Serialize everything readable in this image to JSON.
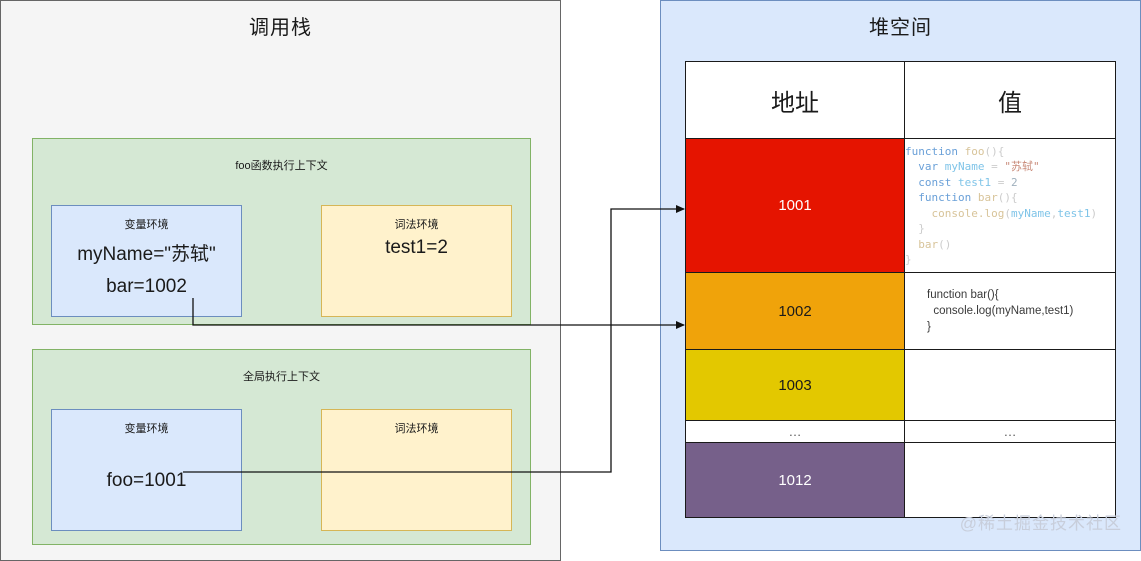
{
  "stack_panel": {
    "title": "调用栈",
    "contexts": [
      {
        "label": "foo函数执行上下文",
        "variable_env": {
          "title": "变量环境",
          "lines": [
            "myName=\"苏轼\"",
            "bar=1002"
          ]
        },
        "lexical_env": {
          "title": "词法环境",
          "lines": [
            "test1=2"
          ]
        }
      },
      {
        "label": "全局执行上下文",
        "variable_env": {
          "title": "变量环境",
          "lines": [
            "foo=1001"
          ]
        },
        "lexical_env": {
          "title": "词法环境",
          "lines": [
            ""
          ]
        }
      }
    ]
  },
  "heap_panel": {
    "title": "堆空间",
    "table": {
      "headers": [
        "地址",
        "值"
      ],
      "rows": [
        {
          "address": "1001",
          "address_color": "#e51400",
          "address_text_color": "#ffffff",
          "value_kind": "highlighted-code",
          "value_code": [
            {
              "tokens": [
                [
                  "kw",
                  "function"
                ],
                [
                  "punc",
                  " "
                ],
                [
                  "fn",
                  "foo"
                ],
                [
                  "punc",
                  "(){"
                ]
              ]
            },
            {
              "tokens": [
                [
                  "punc",
                  "  "
                ],
                [
                  "kw",
                  "var"
                ],
                [
                  "punc",
                  " "
                ],
                [
                  "id",
                  "myName"
                ],
                [
                  "punc",
                  " "
                ],
                [
                  "punc",
                  "="
                ],
                [
                  "punc",
                  " "
                ],
                [
                  "str",
                  "\"苏轼\""
                ]
              ]
            },
            {
              "tokens": [
                [
                  "punc",
                  "  "
                ],
                [
                  "kw",
                  "const"
                ],
                [
                  "punc",
                  " "
                ],
                [
                  "id",
                  "test1"
                ],
                [
                  "punc",
                  " "
                ],
                [
                  "punc",
                  "="
                ],
                [
                  "punc",
                  " "
                ],
                [
                  "num",
                  "2"
                ]
              ]
            },
            {
              "tokens": [
                [
                  "punc",
                  "  "
                ],
                [
                  "kw",
                  "function"
                ],
                [
                  "punc",
                  " "
                ],
                [
                  "fn",
                  "bar"
                ],
                [
                  "punc",
                  "(){"
                ]
              ]
            },
            {
              "tokens": [
                [
                  "punc",
                  "    "
                ],
                [
                  "fn",
                  "console.log"
                ],
                [
                  "punc",
                  "("
                ],
                [
                  "id",
                  "myName"
                ],
                [
                  "punc",
                  ","
                ],
                [
                  "id",
                  "test1"
                ],
                [
                  "punc",
                  ")"
                ]
              ]
            },
            {
              "tokens": [
                [
                  "punc",
                  "  }"
                ]
              ]
            },
            {
              "tokens": [
                [
                  "punc",
                  "  "
                ],
                [
                  "fn",
                  "bar"
                ],
                [
                  "punc",
                  "()"
                ]
              ]
            },
            {
              "tokens": [
                [
                  "punc",
                  "}"
                ]
              ]
            }
          ]
        },
        {
          "address": "1002",
          "address_color": "#f0a30a",
          "address_text_color": "#1a1a1a",
          "value_kind": "plain-code",
          "value_plain": "function bar(){\n  console.log(myName,test1)\n}"
        },
        {
          "address": "1003",
          "address_color": "#e3c800",
          "address_text_color": "#1a1a1a",
          "value_kind": "empty",
          "value_plain": ""
        },
        {
          "address": "…",
          "address_color": "#ffffff",
          "address_text_color": "#555555",
          "value_kind": "dots",
          "value_plain": "…"
        },
        {
          "address": "1012",
          "address_color": "#76608a",
          "address_text_color": "#ffffff",
          "value_kind": "empty",
          "value_plain": ""
        }
      ]
    },
    "watermark": "@稀土掘金技术社区"
  },
  "connectors": [
    {
      "name": "bar-to-1002",
      "from": "bar=1002",
      "to": "1002"
    },
    {
      "name": "foo-to-1001",
      "from": "foo=1001",
      "to": "1001"
    }
  ],
  "colors": {
    "stack_bg": "#f5f5f5",
    "context_bg": "#d5e8d4",
    "context_border": "#82b366",
    "variable_env_bg": "#dae8fc",
    "variable_env_border": "#6c8ebf",
    "lexical_env_bg": "#fff2cc",
    "lexical_env_border": "#d6b656",
    "heap_bg": "#dae8fc",
    "heap_border": "#6c8ebf"
  }
}
